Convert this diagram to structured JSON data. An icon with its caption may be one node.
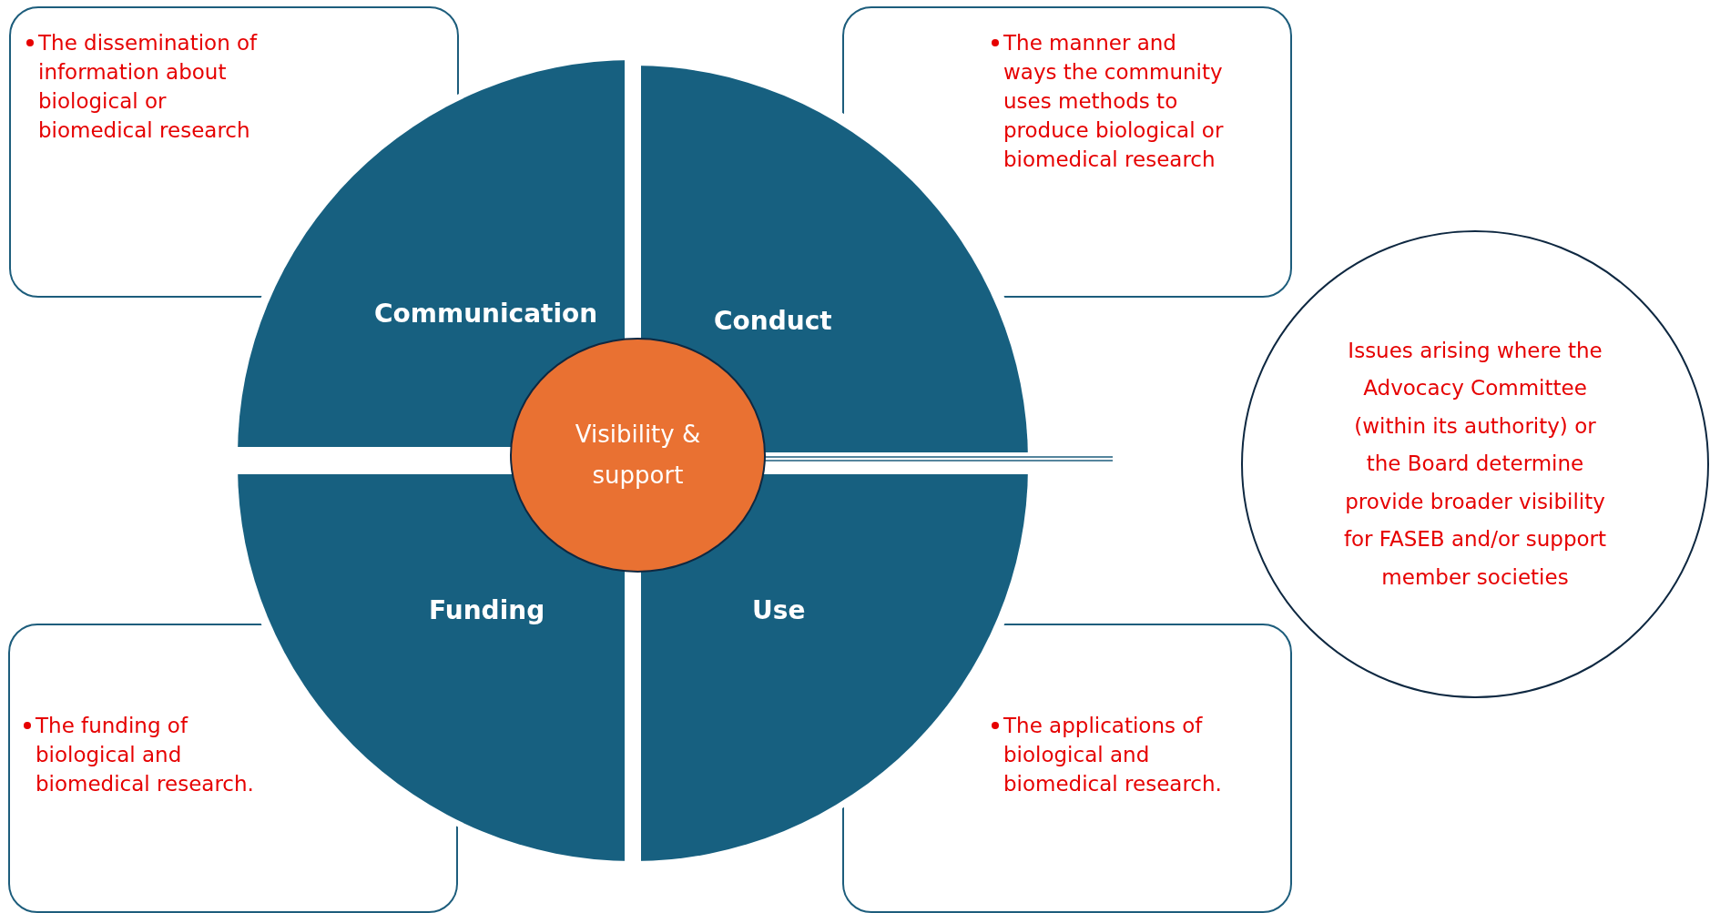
{
  "diagram": {
    "nodes": [
      {
        "text": [
          "The dissemination of information about biological or biomedical research"
        ]
      },
      {
        "text": [
          "The manner and ways the community uses methods to produce biological or biomedical research"
        ]
      },
      {
        "text": [
          "Communication"
        ]
      },
      {
        "text": [
          "Conduct"
        ]
      },
      {
        "text": [
          "Visibility & support"
        ]
      },
      {
        "text": [
          "Funding"
        ]
      },
      {
        "text": [
          "Use"
        ]
      },
      {
        "text": [
          "Issues arising where the Advocacy Committee (within its authority) or the Board determine provide broader visibility for FASEB and/or support member societies"
        ]
      },
      {
        "text": [
          "The funding of biological and biomedical research."
        ]
      },
      {
        "text": [
          "The applications of biological and biomedical research."
        ]
      }
    ]
  }
}
